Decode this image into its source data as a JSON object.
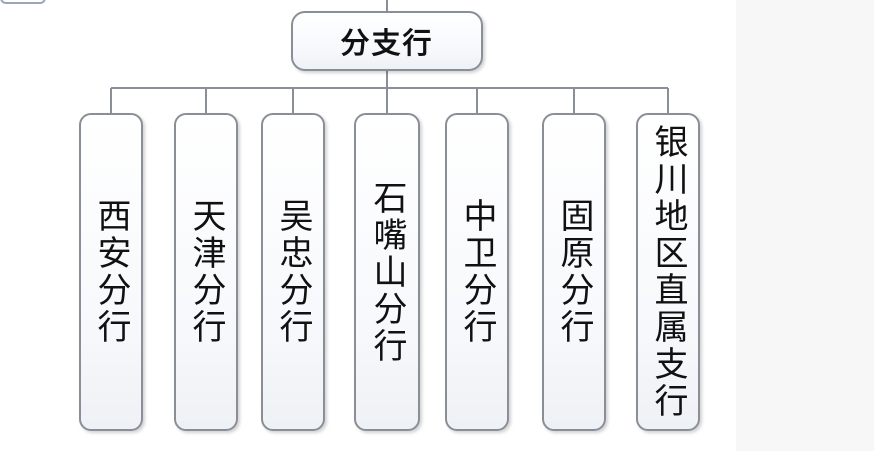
{
  "diagram": {
    "root": {
      "label": "分支行"
    },
    "children": [
      {
        "label": "西安分行"
      },
      {
        "label": "天津分行"
      },
      {
        "label": "吴忠分行"
      },
      {
        "label": "石嘴山分行"
      },
      {
        "label": "中卫分行"
      },
      {
        "label": "固原分行"
      },
      {
        "label": "银川地区直属支行"
      }
    ]
  },
  "colors": {
    "box_border": "#8a8f97",
    "connector": "#8a8f97",
    "text": "#111111"
  }
}
